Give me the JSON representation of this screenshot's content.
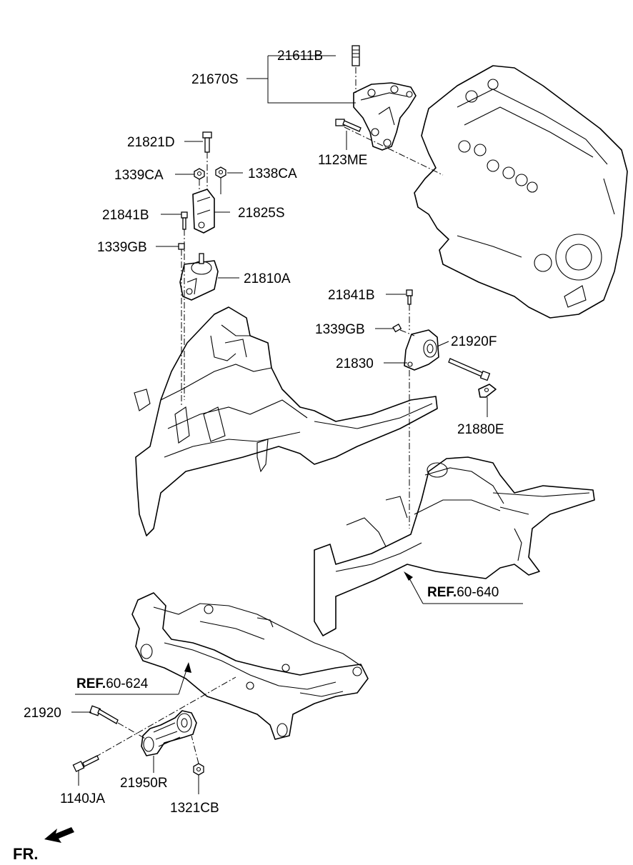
{
  "diagram": {
    "part_labels": {
      "p21611B": "21611B",
      "p21670S": "21670S",
      "p1123ME": "1123ME",
      "p21821D": "21821D",
      "p1339CA": "1339CA",
      "p1338CA": "1338CA",
      "p21841B_left": "21841B",
      "p21825S": "21825S",
      "p1339GB_left": "1339GB",
      "p21810A": "21810A",
      "p21841B_right": "21841B",
      "p1339GB_right": "1339GB",
      "p21920F": "21920F",
      "p21830": "21830",
      "p21880E": "21880E",
      "p21920": "21920",
      "p21950R": "21950R",
      "p1140JA": "1140JA",
      "p1321CB": "1321CB"
    },
    "references": {
      "ref_640": {
        "prefix": "REF.",
        "code": "60-640"
      },
      "ref_624": {
        "prefix": "REF.",
        "code": "60-624"
      }
    },
    "direction_label": "FR."
  }
}
